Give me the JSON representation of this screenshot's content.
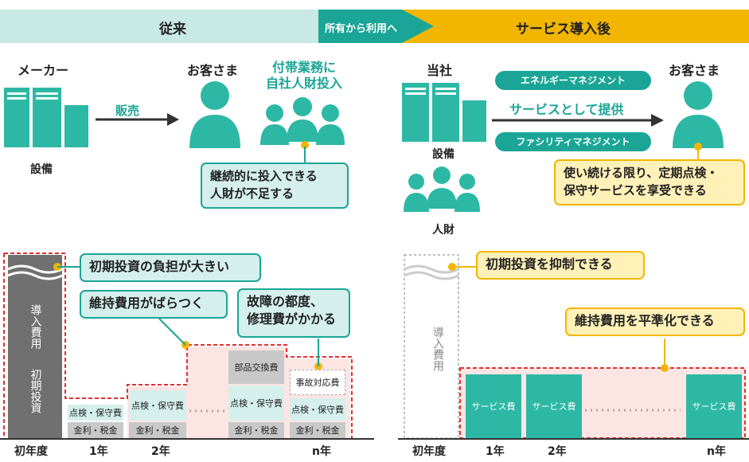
{
  "header": {
    "before": "従来",
    "transition": "所有から利用へ",
    "after": "サービス導入後"
  },
  "left_top": {
    "maker": "メーカー",
    "equipment": "設備",
    "sales": "販売",
    "customer": "お客さま",
    "staff_title_1": "付帯業務に",
    "staff_title_2": "自社人財投入",
    "problem_1": "継続的に投入できる",
    "problem_2": "人財が不足する"
  },
  "right_top": {
    "company": "当社",
    "equipment": "設備",
    "staff": "人財",
    "customer": "お客さま",
    "pill_energy": "エネルギーマネジメント",
    "service_provision": "サービスとして提供",
    "pill_facility": "ファシリティマネジメント",
    "benefit_1": "使い続ける限り、定期点検・",
    "benefit_2": "保守サービスを享受できる"
  },
  "left_chart": {
    "callout_initial": "初期投資の負担が大きい",
    "callout_maintenance": "維持費用がばらつく",
    "callout_repair_1": "故障の都度、",
    "callout_repair_2": "修理費がかかる",
    "bar_initial_1": "導入費用",
    "bar_initial_2": "初期投資",
    "inspection": "点検・保守費",
    "tax": "金利・税金",
    "parts": "部品交換費",
    "accident": "事故対応費",
    "x_labels": [
      "初年度",
      "1年",
      "2年",
      "n年"
    ]
  },
  "right_chart": {
    "callout_initial": "初期投資を抑制できる",
    "callout_maintenance": "維持費用を平準化できる",
    "bar_initial": "導入費用",
    "service_fee": "サービス費",
    "x_labels": [
      "初年度",
      "1年",
      "2年",
      "n年"
    ]
  },
  "colors": {
    "teal": "#1aa596",
    "light_teal_band": "#c9e9e5",
    "yellow": "#f2b600",
    "red_dashed": "#e03030",
    "pink_fill": "#fde5e3",
    "dark_gray": "#707070"
  }
}
